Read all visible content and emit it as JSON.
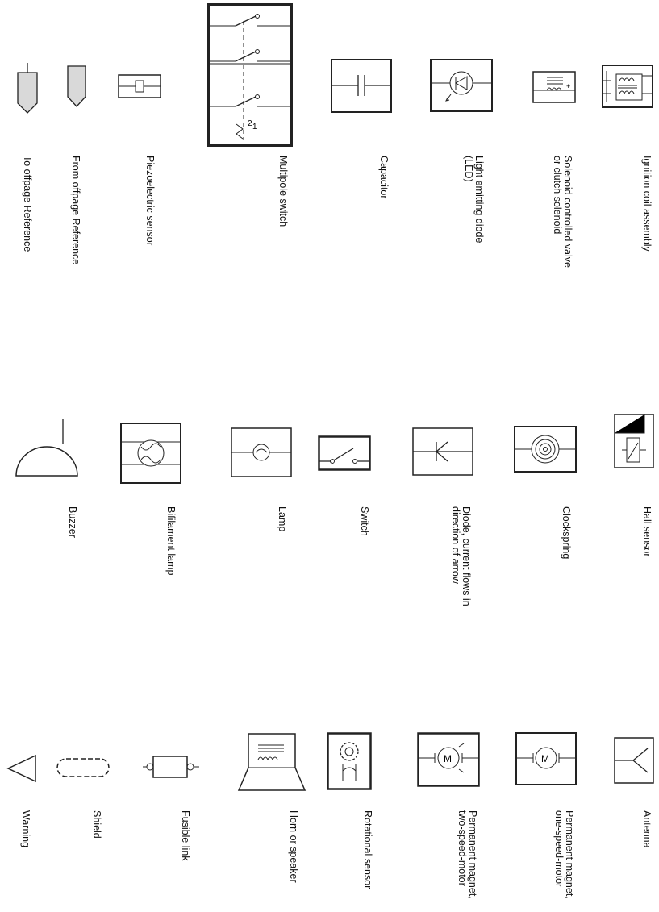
{
  "columns": [
    {
      "items": [
        {
          "label": [
            "To offpage Reference"
          ]
        },
        {
          "label": [
            "From offpage Reference"
          ]
        },
        {
          "label": [
            "Piezoelectric sensor"
          ]
        },
        {
          "label": [
            "Multipole switch"
          ]
        },
        {
          "label": [
            "Capacitor"
          ]
        },
        {
          "label": [
            "Light emitting diode",
            "(LED)"
          ]
        },
        {
          "label": [
            "Solenoid controlled valve",
            "or clutch solenoid"
          ]
        },
        {
          "label": [
            "Ignition coil assembly"
          ]
        }
      ]
    },
    {
      "items": [
        {
          "label": [
            "Buzzer"
          ]
        },
        {
          "label": [
            "Bifilament lamp"
          ]
        },
        {
          "label": [
            "Lamp"
          ]
        },
        {
          "label": [
            "Switch"
          ]
        },
        {
          "label": [
            "Diode, current flows in",
            "direction of arrow"
          ]
        },
        {
          "label": [
            "Clockspring"
          ]
        },
        {
          "label": [
            "Hall sensor"
          ]
        }
      ]
    },
    {
      "items": [
        {
          "label": [
            "Warning"
          ]
        },
        {
          "label": [
            "Shield"
          ]
        },
        {
          "label": [
            "Fusible link"
          ]
        },
        {
          "label": [
            "Horn or speaker"
          ]
        },
        {
          "label": [
            "Rotational sensor"
          ]
        },
        {
          "label": [
            "Permanent magnet,",
            "two-speed-motor"
          ]
        },
        {
          "label": [
            "Permanent magnet,",
            "one-speed-motor"
          ]
        },
        {
          "label": [
            "Antenna"
          ]
        }
      ]
    }
  ]
}
